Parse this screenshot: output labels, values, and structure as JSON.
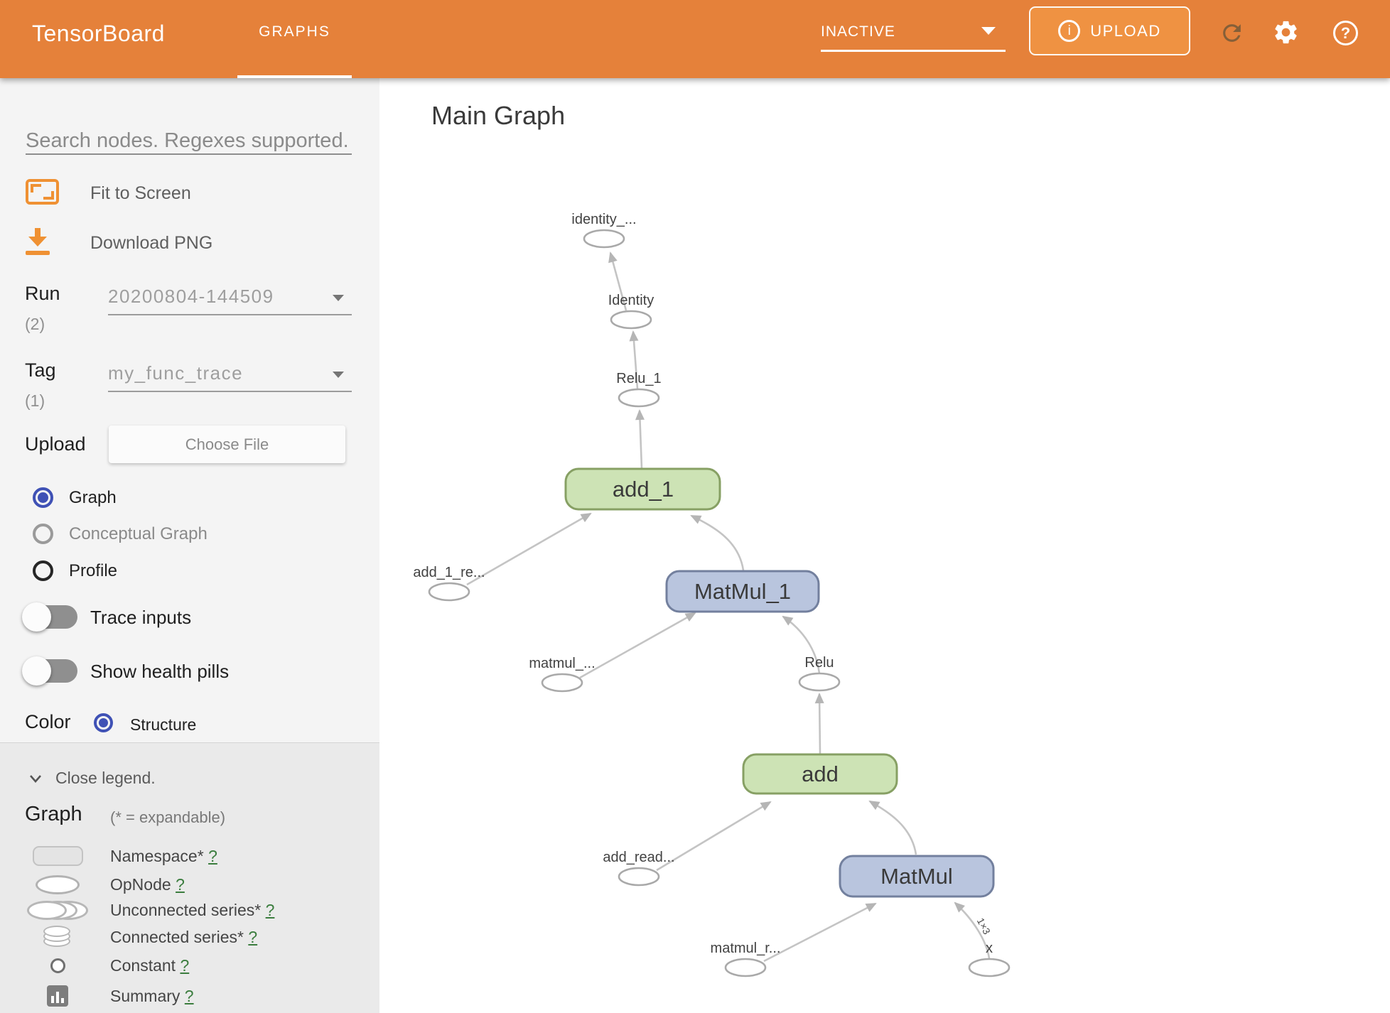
{
  "header": {
    "app_title": "TensorBoard",
    "tab": "GRAPHS",
    "status_dropdown": "INACTIVE",
    "upload_label": "UPLOAD",
    "info_icon_glyph": "i",
    "help_icon_glyph": "?",
    "icons": [
      "info-icon",
      "refresh-icon",
      "gear-icon",
      "help-icon",
      "dropdown-caret-icon"
    ]
  },
  "sidebar": {
    "search_placeholder": "Search nodes. Regexes supported.",
    "fit_to_screen": "Fit to Screen",
    "download_png": "Download PNG",
    "run": {
      "label": "Run",
      "count": "(2)",
      "value": "20200804-144509"
    },
    "tag": {
      "label": "Tag",
      "count": "(1)",
      "value": "my_func_trace"
    },
    "upload": {
      "label": "Upload",
      "button": "Choose File"
    },
    "views": [
      {
        "label": "Graph",
        "selected": true
      },
      {
        "label": "Conceptual Graph",
        "selected": false
      },
      {
        "label": "Profile",
        "selected": false
      }
    ],
    "toggles": [
      {
        "label": "Trace inputs",
        "on": false
      },
      {
        "label": "Show health pills",
        "on": false
      }
    ],
    "color_by": {
      "label": "Color",
      "option": "Structure",
      "selected": true
    }
  },
  "legend": {
    "close_label": "Close legend.",
    "heading": "Graph",
    "expandable_note": "(* = expandable)",
    "items": [
      {
        "icon": "namespace-icon",
        "label": "Namespace*",
        "help": "?"
      },
      {
        "icon": "opnode-icon",
        "label": "OpNode",
        "help": "?"
      },
      {
        "icon": "unconnected-series-icon",
        "label": "Unconnected series*",
        "help": "?"
      },
      {
        "icon": "connected-series-icon",
        "label": "Connected series*",
        "help": "?"
      },
      {
        "icon": "constant-icon",
        "label": "Constant",
        "help": "?"
      },
      {
        "icon": "summary-icon",
        "label": "Summary",
        "help": "?"
      }
    ]
  },
  "main": {
    "title": "Main Graph",
    "graph": {
      "boxes": [
        {
          "label": "add_1",
          "kind": "green"
        },
        {
          "label": "MatMul_1",
          "kind": "blue"
        },
        {
          "label": "add",
          "kind": "green"
        },
        {
          "label": "MatMul",
          "kind": "blue"
        }
      ],
      "ellipses": [
        {
          "label": "identity_..."
        },
        {
          "label": "Identity"
        },
        {
          "label": "Relu_1"
        },
        {
          "label": "add_1_re..."
        },
        {
          "label": "matmul_..."
        },
        {
          "label": "Relu"
        },
        {
          "label": "add_read..."
        },
        {
          "label": "matmul_r..."
        },
        {
          "label": "x"
        }
      ],
      "edge_shape_label": "1×3",
      "edges": [
        {
          "from": "Identity",
          "to": "identity_..."
        },
        {
          "from": "Relu_1",
          "to": "Identity"
        },
        {
          "from": "add_1",
          "to": "Relu_1"
        },
        {
          "from": "add_1_re...",
          "to": "add_1"
        },
        {
          "from": "MatMul_1",
          "to": "add_1"
        },
        {
          "from": "matmul_...",
          "to": "MatMul_1"
        },
        {
          "from": "Relu",
          "to": "MatMul_1"
        },
        {
          "from": "add",
          "to": "Relu"
        },
        {
          "from": "add_read...",
          "to": "add"
        },
        {
          "from": "MatMul",
          "to": "add"
        },
        {
          "from": "matmul_r...",
          "to": "MatMul"
        },
        {
          "from": "x",
          "to": "MatMul",
          "label": "1×3"
        }
      ]
    }
  },
  "colors": {
    "header_orange": "#e5813a",
    "upload_button_orange": "#ef9242",
    "icon_orange": "#ef9133",
    "radio_selected_blue": "#3f51b5",
    "help_link_green": "#3b7d3e",
    "node_green_fill": "#cde3b5",
    "node_green_border": "#87a064",
    "node_blue_fill": "#b9c5de",
    "node_blue_border": "#73809e",
    "edge_gray": "#c4c4c4"
  }
}
